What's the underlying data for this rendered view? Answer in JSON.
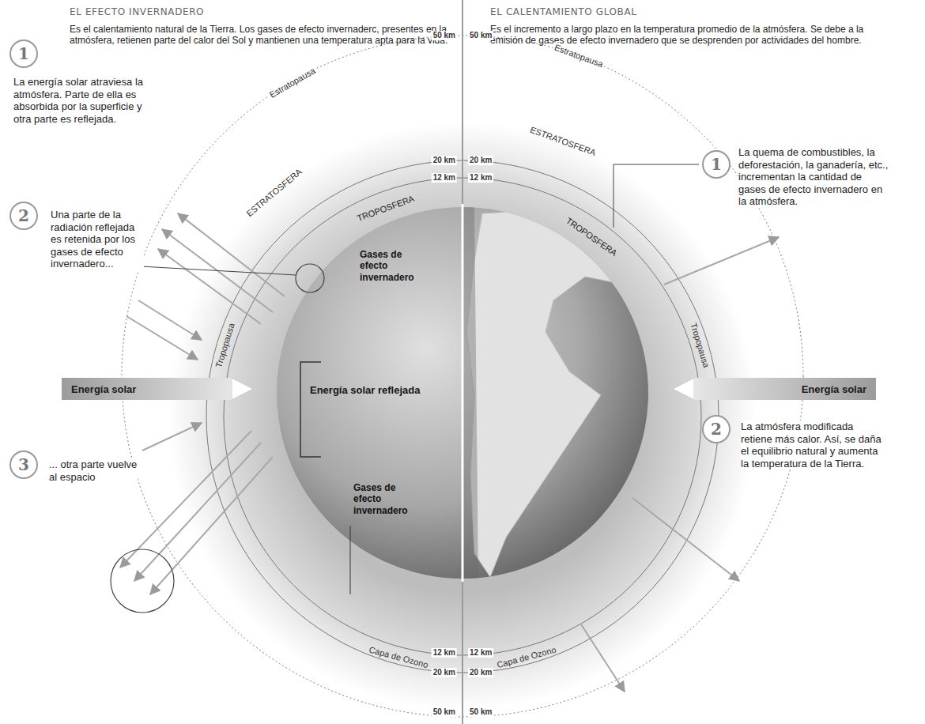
{
  "diagram": {
    "nodes": [
      {
        "text": [
          "1",
          "La energía solar atraviesa la atmósfera. Parte de ella es absorbida por la superficie y otra parte es reflejada."
        ]
      },
      {
        "text": [
          "2",
          "Una parte de la radiación reflejada es retenida por los gases de efecto invernadero..."
        ]
      },
      {
        "text": [
          "Energía solar"
        ]
      },
      {
        "text": [
          "3",
          "... otra parte vuelve al espacio"
        ]
      },
      {
        "text": [
          "1",
          "La quema de combustibles, la deforestación, la ganadería, etc., incrementan la cantidad de gases de efecto invernadero en la atmósfera."
        ]
      },
      {
        "text": [
          "Energía solar"
        ]
      },
      {
        "text": [
          "2",
          "La atmósfera modificada retiene más calor. Así, se daña el equilibrio natural y aumenta la temperatura de la Tierra."
        ]
      }
    ],
    "labels": [
      "EL EFECTO INVERNADERO",
      "Es el calentamiento natural de la Tierra. Los gases de efecto invernaderc, presentes en la atmósfera, retienen parte del calor del Sol y mantienen una temperatura apta para la vida.",
      "EL CALENTAMIENTO GLOBAL",
      "Es el incremento a largo plazo en la temperatura promedio de la atmósfera. Se debe a la emisión de gases de efecto invernadero que se desprenden por actividades del hombre.",
      "50 km",
      "Estratopausa",
      "ESTRATOSFERA",
      "20 km",
      "12 km",
      "TROPOSFERA",
      "Gases de efecto invernadero",
      "Energía solar reflejada",
      "Gases de efecto invernadero",
      "Tropopausa",
      "12 km",
      "Capa de Ozono",
      "20 km",
      "50 km",
      "50 km",
      "Estratopausa",
      "ESTRATOSFERA",
      "20 km",
      "12 km",
      "TROPOSFERA",
      "Tropopausa",
      "12 km",
      "20 km",
      "Capa de Ozono",
      "50 km"
    ]
  }
}
